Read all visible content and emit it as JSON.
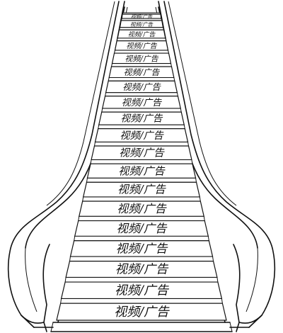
{
  "figure": {
    "step_text": "视频/广告"
  },
  "steps": [
    {
      "label": "视频/广告"
    },
    {
      "label": "视频/广告"
    },
    {
      "label": "视频/广告"
    },
    {
      "label": "视频/广告"
    },
    {
      "label": "视频/广告"
    },
    {
      "label": "视频/广告"
    },
    {
      "label": "视频/广告"
    },
    {
      "label": "视频/广告"
    },
    {
      "label": "视频/广告"
    },
    {
      "label": "视频/广告"
    },
    {
      "label": "视频/广告"
    },
    {
      "label": "视频/广告"
    },
    {
      "label": "视频/广告"
    },
    {
      "label": "视频/广告"
    },
    {
      "label": "视频/广告"
    },
    {
      "label": "视频/广告"
    },
    {
      "label": "视频/广告"
    },
    {
      "label": "视频/广告"
    },
    {
      "label": "视频/广告"
    }
  ],
  "colors": {
    "ink": "#111111",
    "paper": "#ffffff"
  }
}
